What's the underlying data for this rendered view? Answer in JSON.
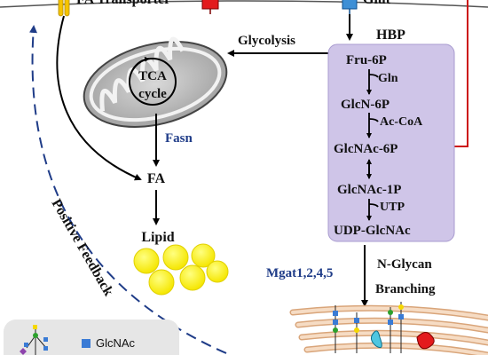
{
  "membrane": {
    "transporter_label": "FA Transporter",
    "glut_label": "Glut"
  },
  "mitochondrion": {
    "tca_line1": "TCA",
    "tca_line2": "cycle"
  },
  "pathway": {
    "glycolysis": "Glycolysis",
    "fasn": "Fasn",
    "fa": "FA",
    "lipid": "Lipid",
    "positive_feedback": "Positive Feedback",
    "mgat": "Mgat1,2,4,5",
    "nglycan_line1": "N-Glycan",
    "nglycan_line2": "Branching"
  },
  "hbp": {
    "title": "HBP",
    "fru6p": "Fru-6P",
    "gln": "Gln",
    "glcn6p": "GlcN-6P",
    "acoa": "Ac-CoA",
    "glcnac6p": "GlcNAc-6P",
    "glcnac1p": "GlcNAc-1P",
    "utp": "UTP",
    "udp": "UDP-GlcNAc"
  },
  "legend": {
    "glcnac": "GlcNAc"
  },
  "colors": {
    "hbp_box": "#cfc5e8",
    "hbp_border": "#a89bcf",
    "accent_blue": "#1f3c88",
    "red_arrow": "#cc1111",
    "lipid_yellow": "#ffff00",
    "glut_blue": "#3d8fd6",
    "transporter_red": "#e31a1c"
  }
}
